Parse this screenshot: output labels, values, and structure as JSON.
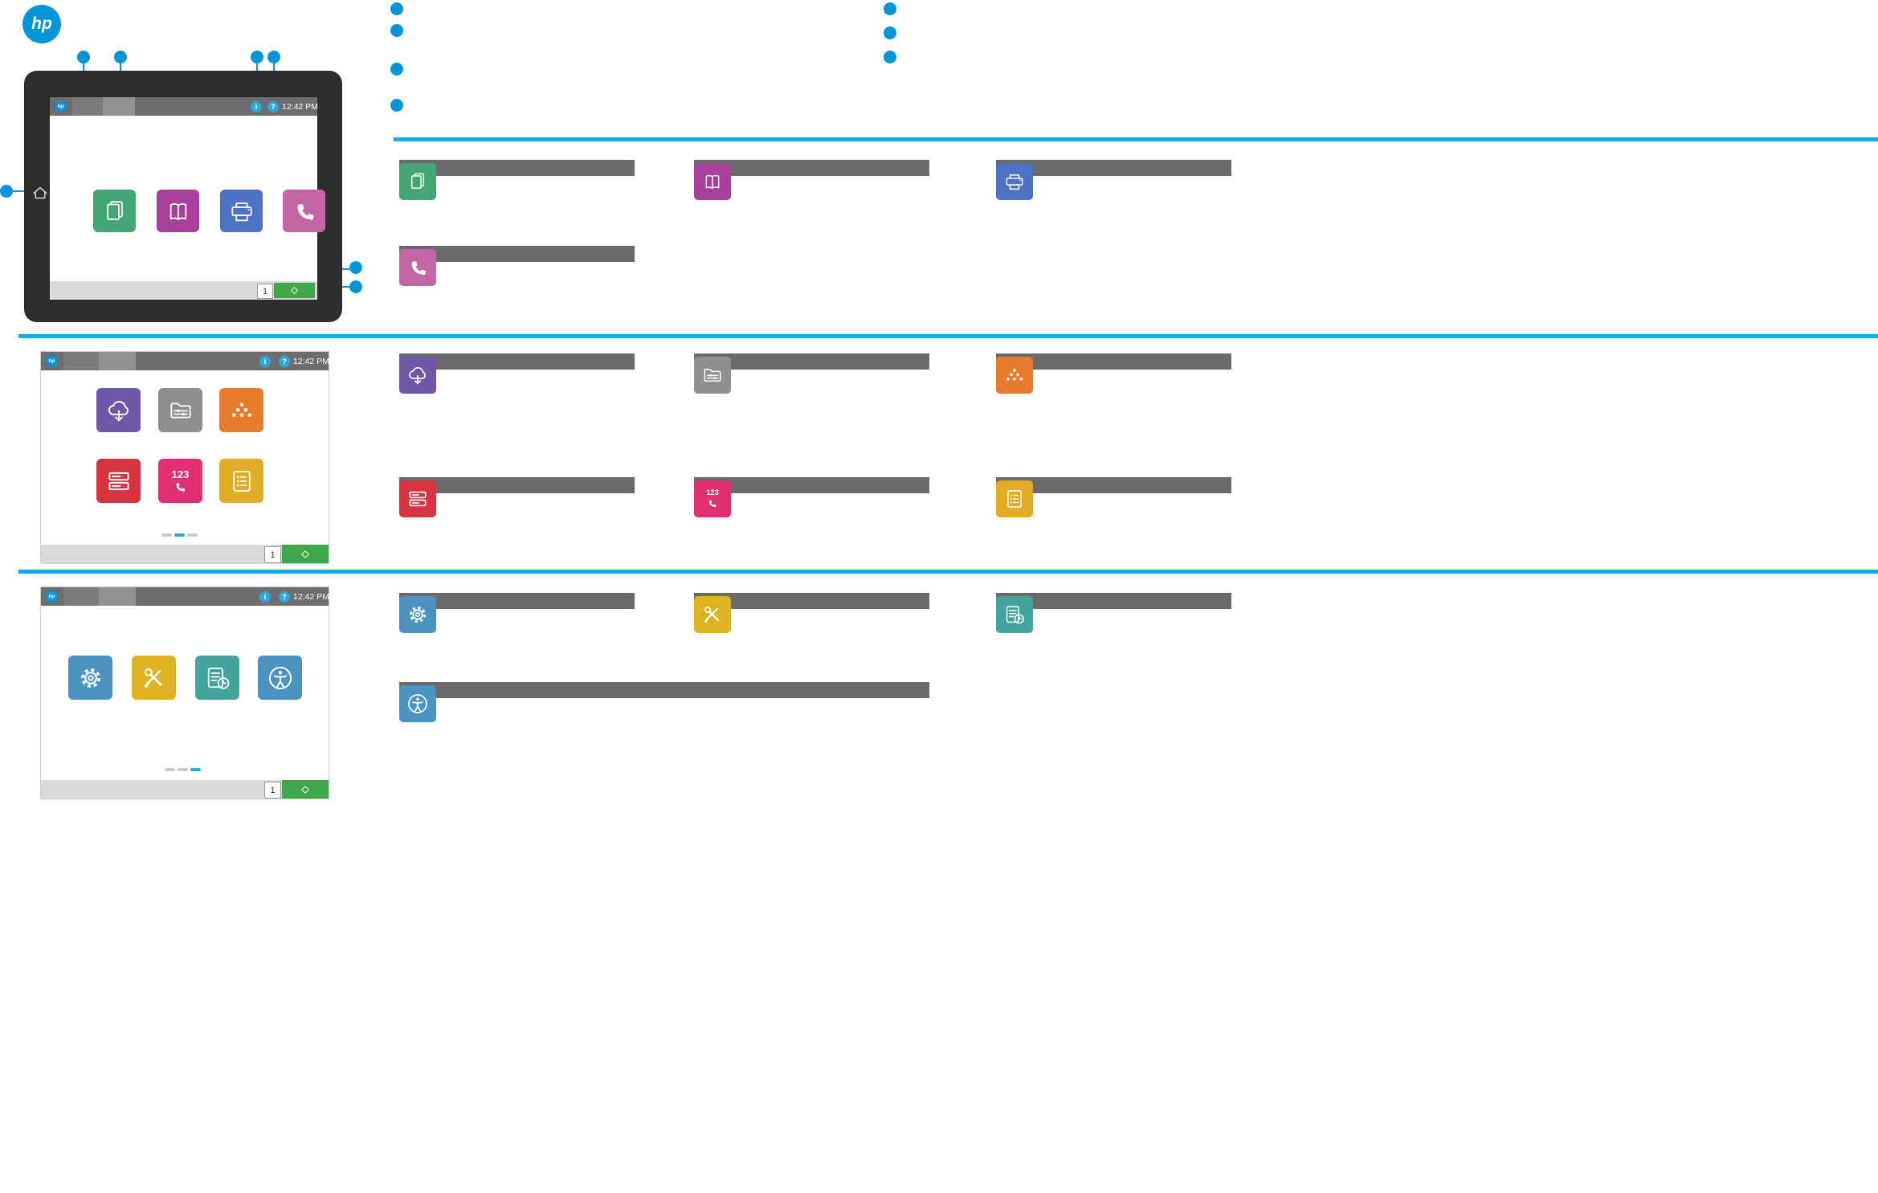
{
  "brand": {
    "logo_text": "hp"
  },
  "glyphs": {
    "info": "i",
    "help": "?"
  },
  "labels": {
    "contacts_keypad": "123"
  },
  "panels": [
    {
      "time": "12:42 PM",
      "copies": "1"
    },
    {
      "time": "12:42 PM",
      "copies": "1"
    },
    {
      "time": "12:42 PM",
      "copies": "1"
    }
  ],
  "colors": {
    "hp_blue": "#0096d6",
    "rule_cyan": "#00aeef",
    "callout_blue": "#0096d6",
    "topbar_gray": "#6d6d70",
    "legend_bar_gray": "#6a6a6d",
    "start_green": "#3fa748",
    "copy_green": "#46a673",
    "scan_magenta": "#a6409b",
    "print_blue": "#4e72c2",
    "fax_pink": "#c367a4",
    "cloud_purple": "#6f58a8",
    "storage_gray": "#8f8f92",
    "supplies_orange": "#e87a2e",
    "trays_red": "#d4353f",
    "contacts_pink": "#df2f6e",
    "joblog_amber": "#e0ab25",
    "settings_steel": "#4b93c0",
    "tools_yellow": "#ddb321",
    "joblog_teal": "#42a49b",
    "accessibility_steel": "#4b93c0"
  }
}
